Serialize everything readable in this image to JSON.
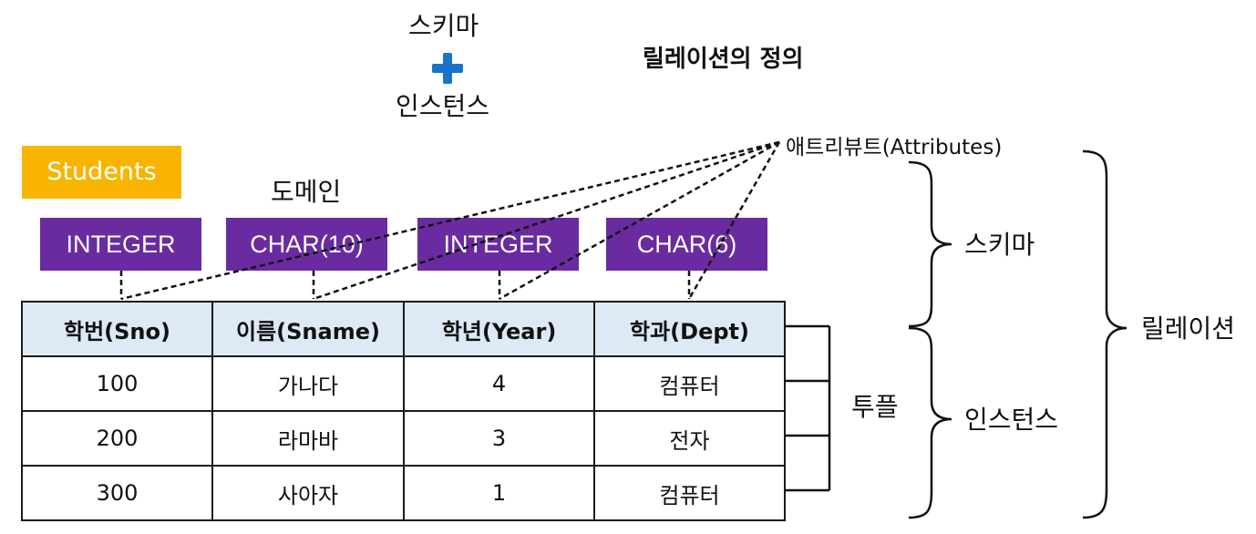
{
  "schema_label": "스키마",
  "instance_label": "인스턴스",
  "title": "릴레이션의 정의",
  "attributes_label": "애트리뷰트(Attributes)",
  "relation_name": "Students",
  "domain_label": "도메인",
  "domains": [
    "INTEGER",
    "CHAR(10)",
    "INTEGER",
    "CHAR(6)"
  ],
  "table": {
    "headers": [
      "학번(Sno)",
      "이름(Sname)",
      "학년(Year)",
      "학과(Dept)"
    ],
    "rows": [
      [
        "100",
        "가나다",
        "4",
        "컴퓨터"
      ],
      [
        "200",
        "라마바",
        "3",
        "전자"
      ],
      [
        "300",
        "사아자",
        "1",
        "컴퓨터"
      ]
    ]
  },
  "tuple_label": "투플",
  "brace_schema_label": "스키마",
  "brace_instance_label": "인스턴스",
  "brace_relation_label": "릴레이션",
  "colors": {
    "plus": "#1a73c9",
    "relation_tag": "#f8b400",
    "domain_box": "#6a2ba0",
    "header_bg": "#dde9f5"
  }
}
